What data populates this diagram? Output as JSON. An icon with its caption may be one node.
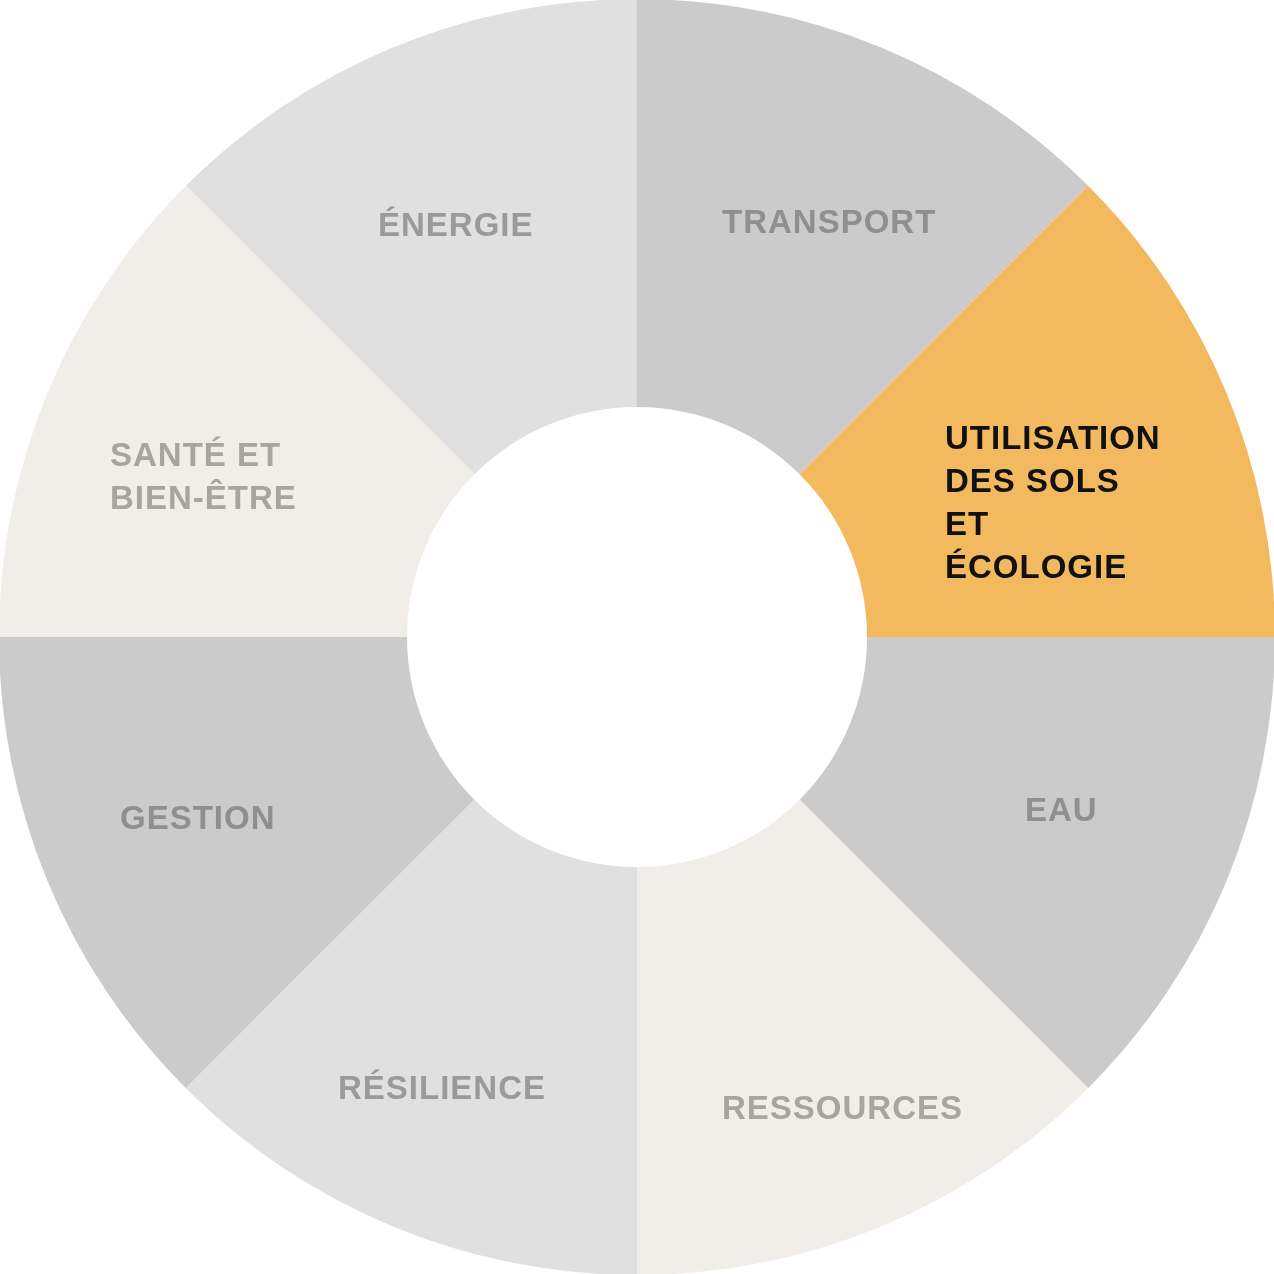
{
  "diagram": {
    "nodes": [
      {
        "text": [
          "ÉNERGIE"
        ]
      },
      {
        "text": [
          "TRANSPORT"
        ]
      },
      {
        "text": [
          "SANTÉ ET BIEN-ÊTRE"
        ]
      },
      {
        "text": [
          "UTILISATION DES SOLS ET ÉCOLOGIE"
        ]
      },
      {
        "text": [
          "GESTION"
        ]
      },
      {
        "text": [
          "EAU"
        ]
      },
      {
        "text": [
          "RÉSILIENCE"
        ]
      },
      {
        "text": [
          "RESSOURCES"
        ]
      }
    ]
  }
}
